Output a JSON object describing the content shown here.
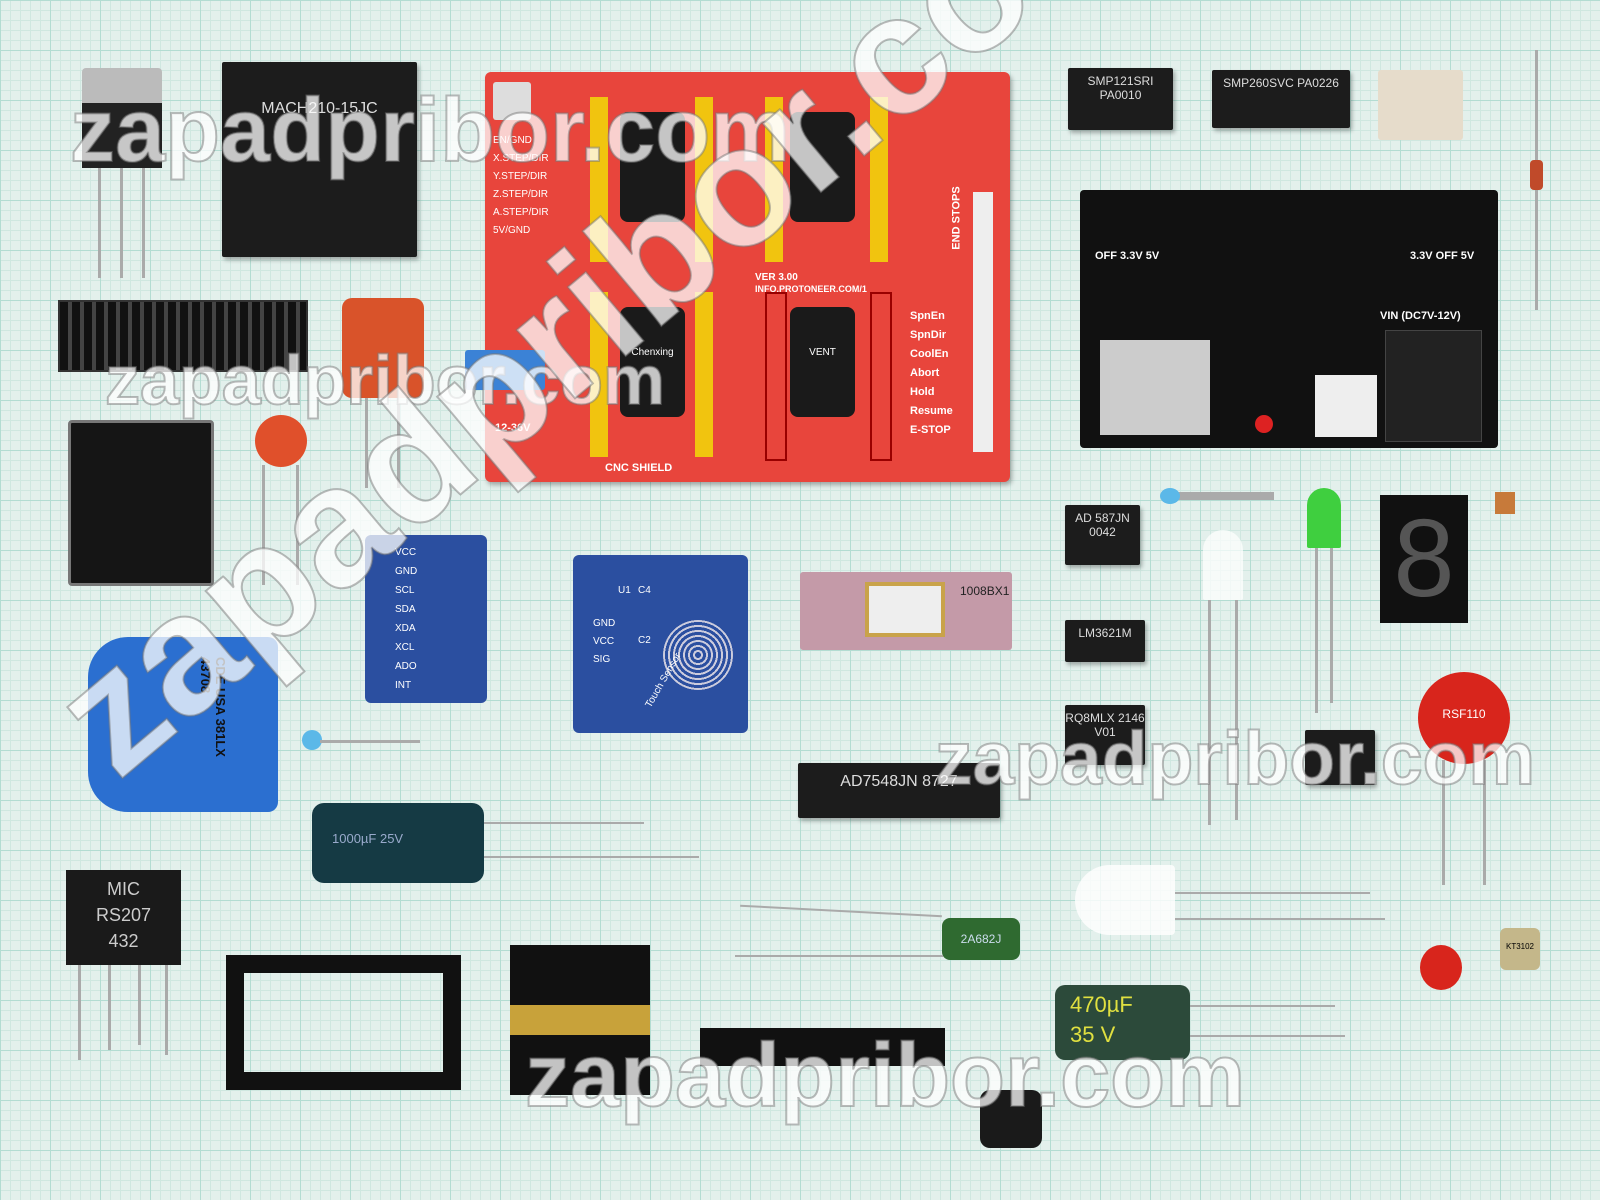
{
  "watermark": "zapadpribor.com",
  "components": {
    "cpld": "MACH210-15JC",
    "cnc_shield": {
      "title": "CNC SHIELD",
      "voltage": "12-36V",
      "version": "VER 3.00",
      "url": "INFO.PROTONEER.COM/1",
      "pins": [
        "EN/GND",
        "X.STEP/DIR",
        "Y.STEP/DIR",
        "Z.STEP/DIR",
        "A.STEP/DIR",
        "5V/GND"
      ],
      "right_pins": [
        "END STOPS",
        "SpnEn",
        "SpnDir",
        "CoolEn",
        "Abort",
        "Hold",
        "Resume",
        "E-STOP"
      ],
      "driver_brand": "Chenxing",
      "driver_text": "VENT"
    },
    "smd_chip_1": "SMP121SRI PA0010",
    "smd_chip_2": "SMP260SVC PA0226",
    "power_module": {
      "label_left": "OFF 3.3V 5V",
      "label_right": "3.3V OFF 5V",
      "vin": "VIN (DC7V-12V)"
    },
    "gy521": [
      "VCC",
      "GND",
      "SCL",
      "SDA",
      "XDA",
      "XCL",
      "ADO",
      "INT"
    ],
    "touch_sensor": {
      "pins": [
        "GND",
        "VCC",
        "SIG"
      ],
      "label": "Touch Sensor",
      "marks": [
        "U1",
        "C4",
        "C2"
      ]
    },
    "eprom": "1008BX1",
    "ad587": "AD 587JN 0042",
    "lm3621": "LM3621M",
    "rq8mlx": "RQ8MLX 2146 V01",
    "ad7548": "AD7548JN 8727",
    "cde_cap": "CDE USA 381LX 43708",
    "elec_cap_1": "1000µF 25V",
    "bridge": {
      "brand": "MIC",
      "part": "RS207",
      "code": "432"
    },
    "film_cap": "2A682J",
    "elec_cap_2": {
      "value": "470µF",
      "voltage": "35 V"
    },
    "varistor": "RSF110",
    "transistor": "KT3102",
    "seven_seg": "8"
  }
}
